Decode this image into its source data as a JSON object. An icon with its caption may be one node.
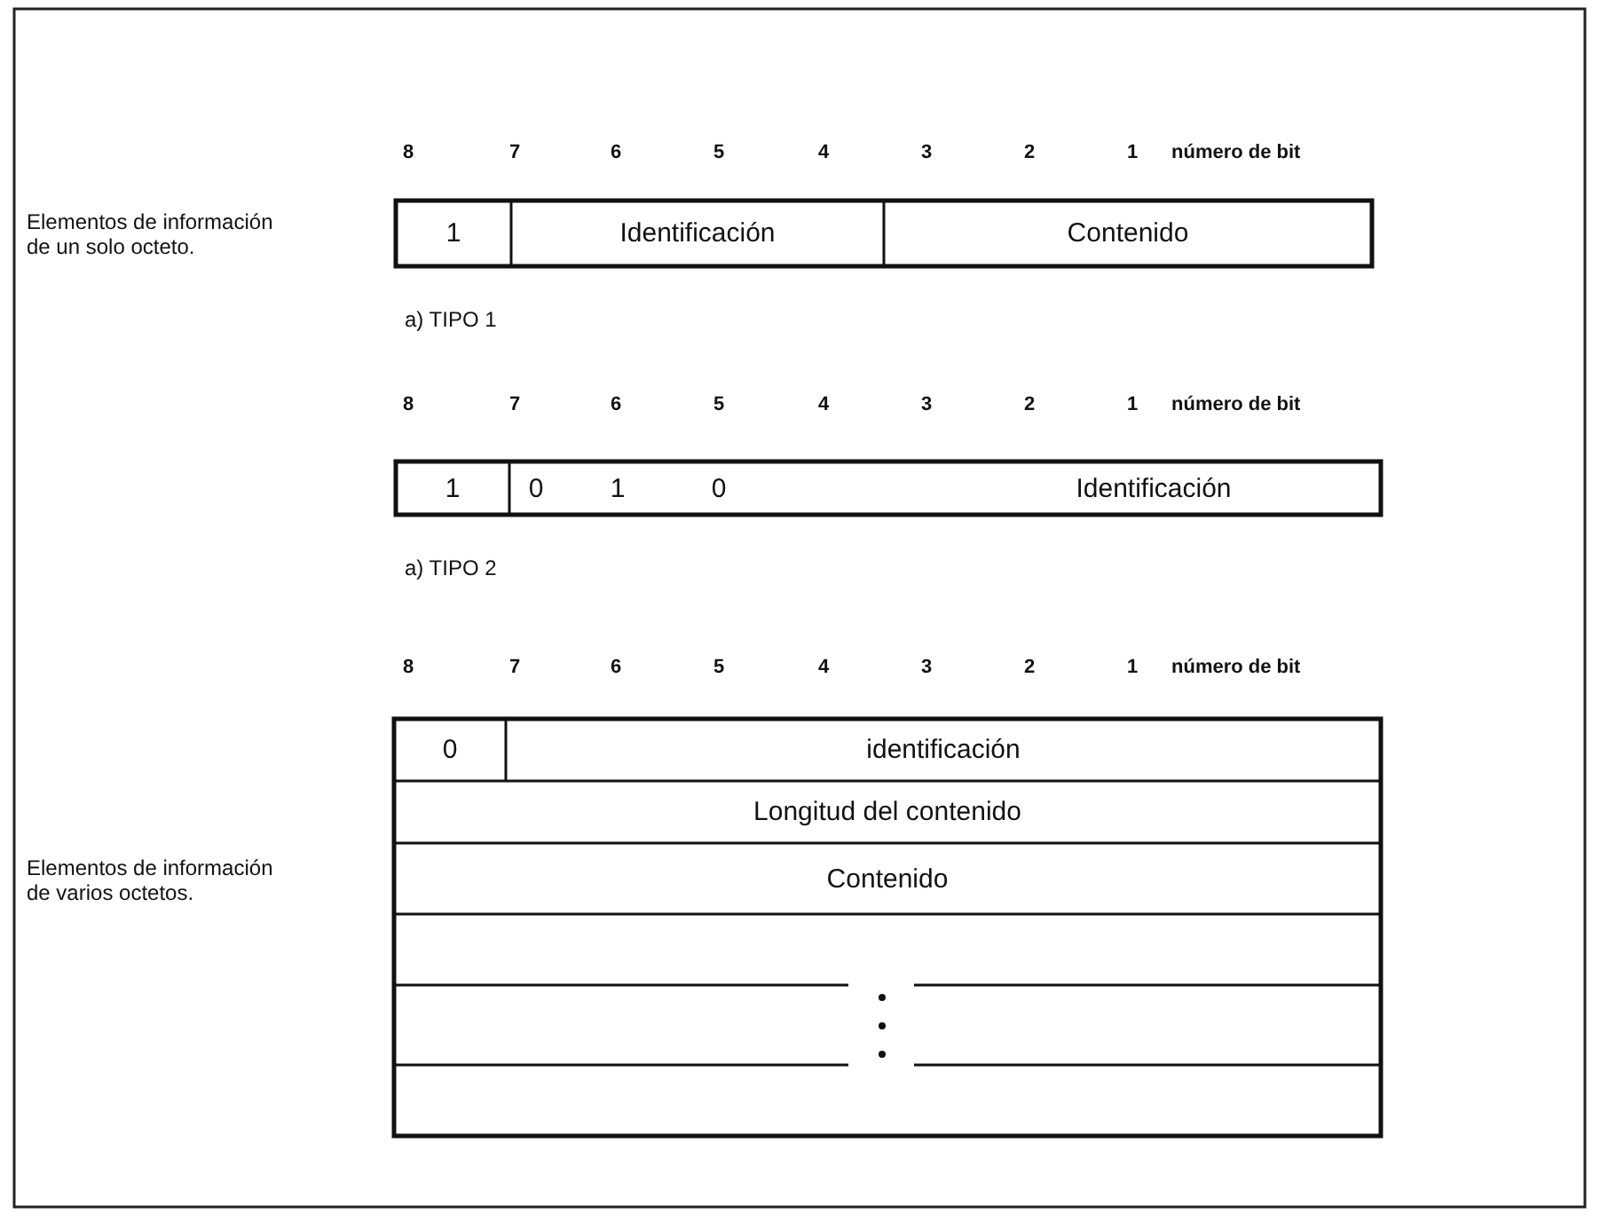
{
  "diagram": {
    "labels": [
      "8",
      "7",
      "6",
      "5",
      "4",
      "3",
      "2",
      "1",
      "número de bit",
      "Elementos de información de un solo octeto.",
      "1",
      "Identificación",
      "Contenido",
      "a) TIPO 1",
      "8",
      "7",
      "6",
      "5",
      "4",
      "3",
      "2",
      "1",
      "número de bit",
      "1",
      "0",
      "1",
      "0",
      "Identificación",
      "a) TIPO 2",
      "8",
      "7",
      "6",
      "5",
      "4",
      "3",
      "2",
      "1",
      "número de bit",
      "0",
      "identificación",
      "Longitud del contenido",
      "Elementos de información de varios octetos.",
      "Contenido"
    ]
  }
}
